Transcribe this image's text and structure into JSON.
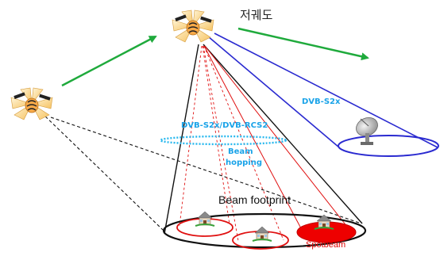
{
  "labels": {
    "orbit": "저궤도",
    "dvb_s2x": "DVB-S2x",
    "dvb_rcs2": "DVB-S2x/DVB-RCS2",
    "beam_hopping_1": "Beam",
    "beam_hopping_2": "hopping",
    "beam_footprint": "Beam footprint",
    "spotbeam": "Spotbeam"
  },
  "colors": {
    "green_arrow": "#1faa3c",
    "blue_beam": "#2a2ad0",
    "red_beam": "#e01010",
    "hopping_ring": "#28b8ee",
    "label_blue": "#1aa3e8"
  },
  "icons": {
    "satellite": "satellite-icon",
    "dish": "satellite-dish-icon",
    "house": "house-icon"
  }
}
